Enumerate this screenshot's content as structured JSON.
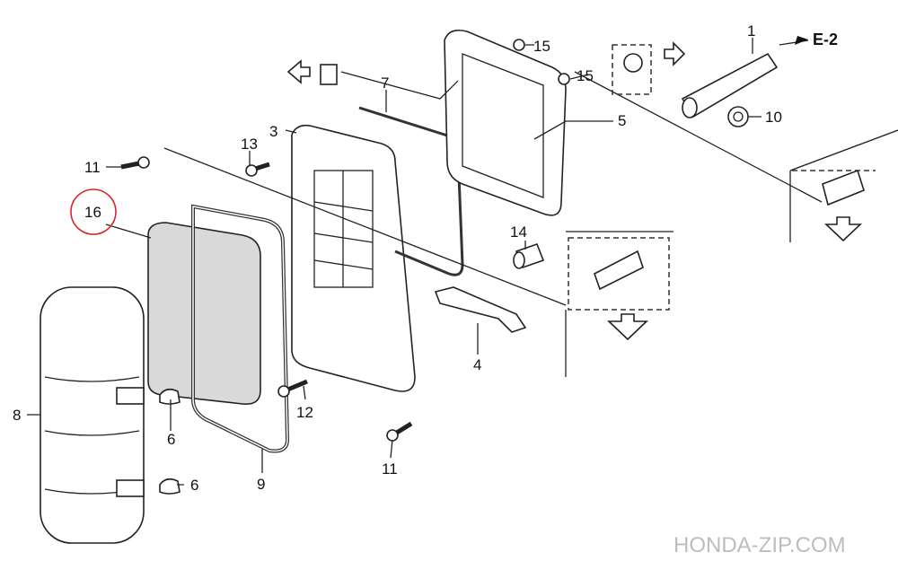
{
  "diagram": {
    "callouts": {
      "p1": "1",
      "e2": "E-2",
      "p15a": "15",
      "p15b": "15",
      "p5": "5",
      "p10": "10",
      "p7": "7",
      "p3": "3",
      "p13": "13",
      "p11a": "11",
      "p16": "16",
      "p14": "14",
      "p8": "8",
      "p6a": "6",
      "p6b": "6",
      "p9": "9",
      "p12": "12",
      "p11b": "11",
      "p4": "4"
    },
    "highlight_color": "#d9262a",
    "watermark": "HONDA-ZIP.COM"
  }
}
